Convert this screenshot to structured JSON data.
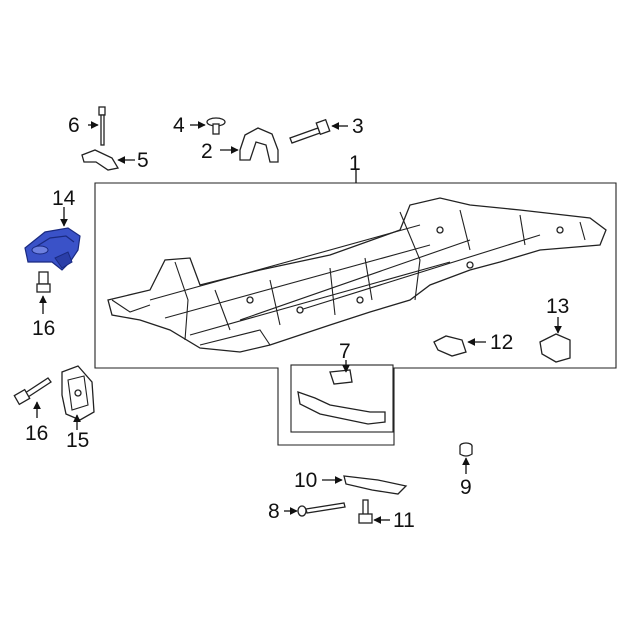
{
  "diagram": {
    "highlight_color": "#3a52c8",
    "callouts": {
      "c1": "1",
      "c2": "2",
      "c3": "3",
      "c4": "4",
      "c5": "5",
      "c6": "6",
      "c7": "7",
      "c8": "8",
      "c9": "9",
      "c10": "10",
      "c11": "11",
      "c12": "12",
      "c13": "13",
      "c14": "14",
      "c15": "15",
      "c16a": "16",
      "c16b": "16"
    }
  }
}
